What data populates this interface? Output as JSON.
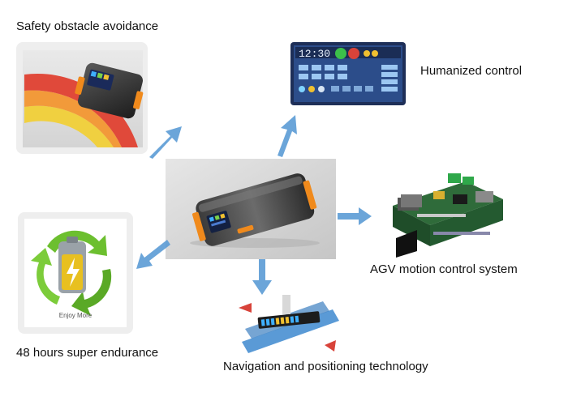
{
  "labels": {
    "safety": "Safety obstacle avoidance",
    "humanized": "Humanized control",
    "agv": "AGV motion control system",
    "endurance": "48 hours super endurance",
    "navigation": "Navigation and positioning technology"
  },
  "screen": {
    "clock": "12:30"
  },
  "battery": {
    "caption": "Enjoy More"
  },
  "colors": {
    "arrow": "#5b9bd5",
    "orange_accent": "#f08a1c",
    "green_recycle": "#6cbf2f"
  }
}
